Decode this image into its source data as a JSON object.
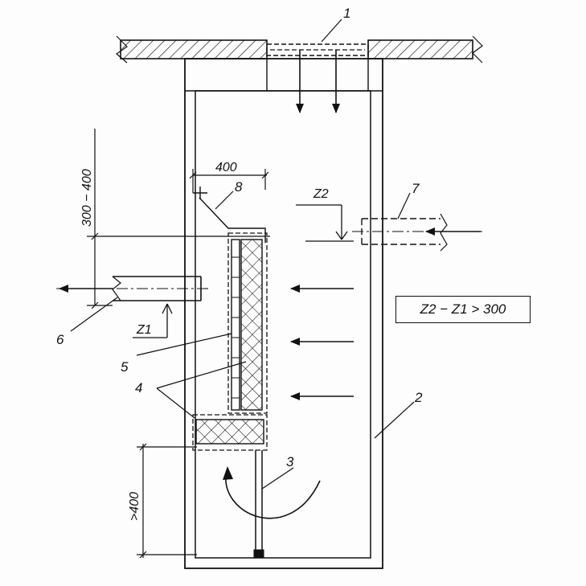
{
  "labels": {
    "n1": "1",
    "n2": "2",
    "n3": "3",
    "n4": "4",
    "n5": "5",
    "n6": "6",
    "n7": "7",
    "n8": "8"
  },
  "dimensions": {
    "width_400": "400",
    "vertical_range": "300 − 400",
    "min_height": ">400",
    "z1": "Z1",
    "z2": "Z2"
  },
  "formula": "Z2 − Z1 > 300",
  "colors": {
    "ink": "#111111",
    "paper": "#fdfdfd"
  }
}
